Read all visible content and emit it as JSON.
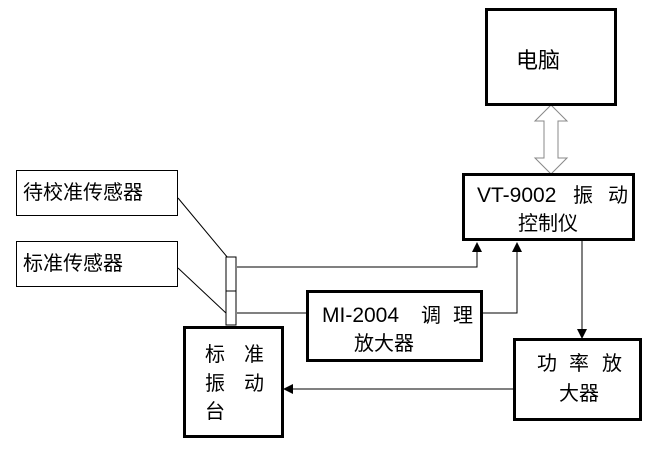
{
  "nodes": {
    "computer": "电脑",
    "controller_model": "VT-9002",
    "controller_name_1": "振",
    "controller_name_2": "动",
    "controller_name_3": "控制仪",
    "sensor_under_test": "待校准传感器",
    "standard_sensor": "标准传感器",
    "amp_model": "MI-2004",
    "amp_name_1": "调",
    "amp_name_2": "理",
    "amp_name_3": "放大器",
    "power_amp_1": "功",
    "power_amp_2": "率",
    "power_amp_3": "放",
    "power_amp_4": "大器",
    "shaker_1": "标",
    "shaker_2": "准",
    "shaker_3": "振",
    "shaker_4": "动",
    "shaker_5": "台"
  },
  "colors": {
    "line": "#000000",
    "background": "#ffffff"
  }
}
